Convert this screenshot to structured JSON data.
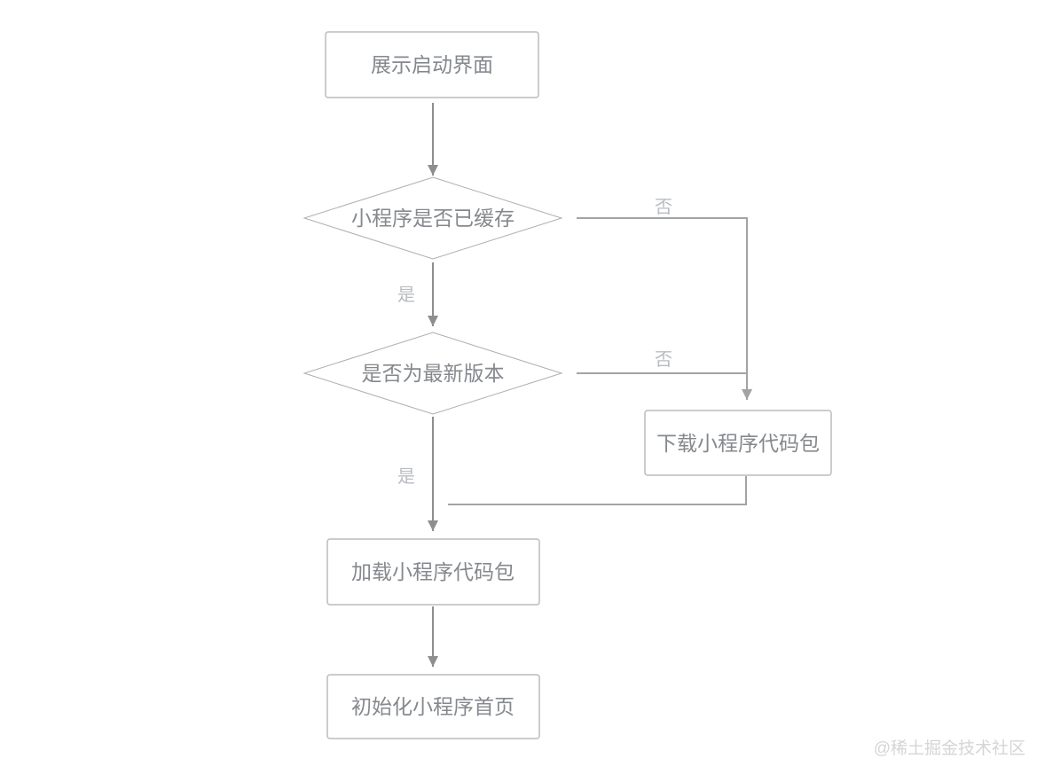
{
  "diagram": {
    "type": "flowchart",
    "nodes": [
      {
        "id": "show-splash",
        "shape": "process",
        "label": "展示启动界面"
      },
      {
        "id": "is-cached",
        "shape": "decision",
        "label": "小程序是否已缓存"
      },
      {
        "id": "is-latest",
        "shape": "decision",
        "label": "是否为最新版本"
      },
      {
        "id": "download-package",
        "shape": "process",
        "label": "下载小程序代码包"
      },
      {
        "id": "load-package",
        "shape": "process",
        "label": "加载小程序代码包"
      },
      {
        "id": "init-homepage",
        "shape": "process",
        "label": "初始化小程序首页"
      }
    ],
    "edges": [
      {
        "from": "show-splash",
        "to": "is-cached",
        "label": ""
      },
      {
        "from": "is-cached",
        "to": "is-latest",
        "label": "是"
      },
      {
        "from": "is-cached",
        "to": "download-package",
        "label": "否"
      },
      {
        "from": "is-latest",
        "to": "load-package",
        "label": "是"
      },
      {
        "from": "is-latest",
        "to": "download-package",
        "label": "否"
      },
      {
        "from": "download-package",
        "to": "load-package",
        "label": ""
      },
      {
        "from": "load-package",
        "to": "init-homepage",
        "label": ""
      }
    ],
    "colors": {
      "background": "#ffffff",
      "flow_line": "#8e8e8e",
      "branch_line": "#a3a3a3",
      "box_border": "#bcbcbc",
      "diamond_border": "#aeaeae",
      "node_text": "#85898e",
      "edge_label_text": "#b8bcc1",
      "watermark_text": "#d5d5d7"
    }
  },
  "watermark": {
    "text": "@稀土掘金技术社区"
  }
}
